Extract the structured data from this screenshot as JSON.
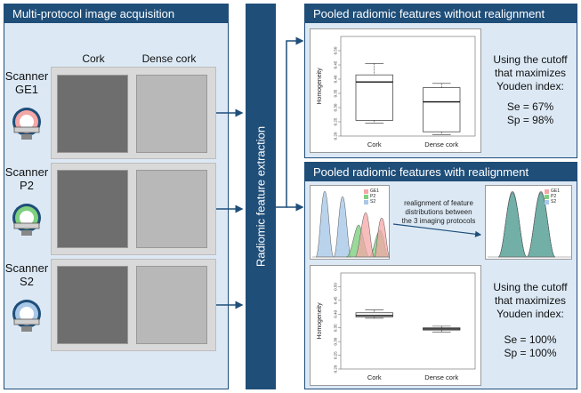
{
  "left_panel": {
    "title": "Multi-protocol image acquisition",
    "columns": [
      "Cork",
      "Dense cork"
    ],
    "scanners": [
      {
        "label_line1": "Scanner",
        "label_line2": "GE1",
        "ring_color": "#f4a7a7"
      },
      {
        "label_line1": "Scanner",
        "label_line2": "P2",
        "ring_color": "#7fd07f"
      },
      {
        "label_line1": "Scanner",
        "label_line2": "S2",
        "ring_color": "#a9c8e8"
      }
    ]
  },
  "center_bar": {
    "label": "Radiomic feature extraction"
  },
  "top_right": {
    "title": "Pooled radiomic features without realignment",
    "stats_line1": "Using the cutoff",
    "stats_line2": "that maximizes",
    "stats_line3": "Youden index:",
    "se": "Se = 67%",
    "sp": "Sp = 98%"
  },
  "bottom_right": {
    "title": "Pooled radiomic features with realignment",
    "realign_line1": "realignment of feature",
    "realign_line2": "distributions between",
    "realign_line3": "the 3 imaging protocols",
    "legend": [
      "GE1",
      "P2",
      "S2"
    ],
    "legend_colors": [
      "#f4a7a7",
      "#7fd07f",
      "#a9c8e8"
    ],
    "stats_line1": "Using the cutoff",
    "stats_line2": "that maximizes",
    "stats_line3": "Youden index:",
    "se": "Se = 100%",
    "sp": "Sp = 100%"
  },
  "chart_data": [
    {
      "type": "box",
      "ylabel": "Homogeneity",
      "categories": [
        "Cork",
        "Dense cork"
      ],
      "ylim": [
        0.2,
        0.55
      ],
      "yticks": [
        "0.20",
        "0.25",
        "0.30",
        "0.35",
        "0.40",
        "0.45",
        "0.50"
      ],
      "boxes": [
        {
          "category": "Cork",
          "min": 0.245,
          "q1": 0.255,
          "median": 0.39,
          "q3": 0.415,
          "max": 0.455
        },
        {
          "category": "Dense cork",
          "min": 0.205,
          "q1": 0.215,
          "median": 0.32,
          "q3": 0.37,
          "max": 0.385
        }
      ]
    },
    {
      "type": "box",
      "ylabel": "Homogeneity",
      "categories": [
        "Cork",
        "Dense cork"
      ],
      "ylim": [
        0.2,
        0.55
      ],
      "yticks": [
        "0.20",
        "0.25",
        "0.30",
        "0.35",
        "0.40",
        "0.45",
        "0.50"
      ],
      "boxes": [
        {
          "category": "Cork",
          "min": 0.385,
          "q1": 0.39,
          "median": 0.395,
          "q3": 0.405,
          "max": 0.415
        },
        {
          "category": "Dense cork",
          "min": 0.335,
          "q1": 0.342,
          "median": 0.346,
          "q3": 0.35,
          "max": 0.356
        }
      ]
    }
  ]
}
